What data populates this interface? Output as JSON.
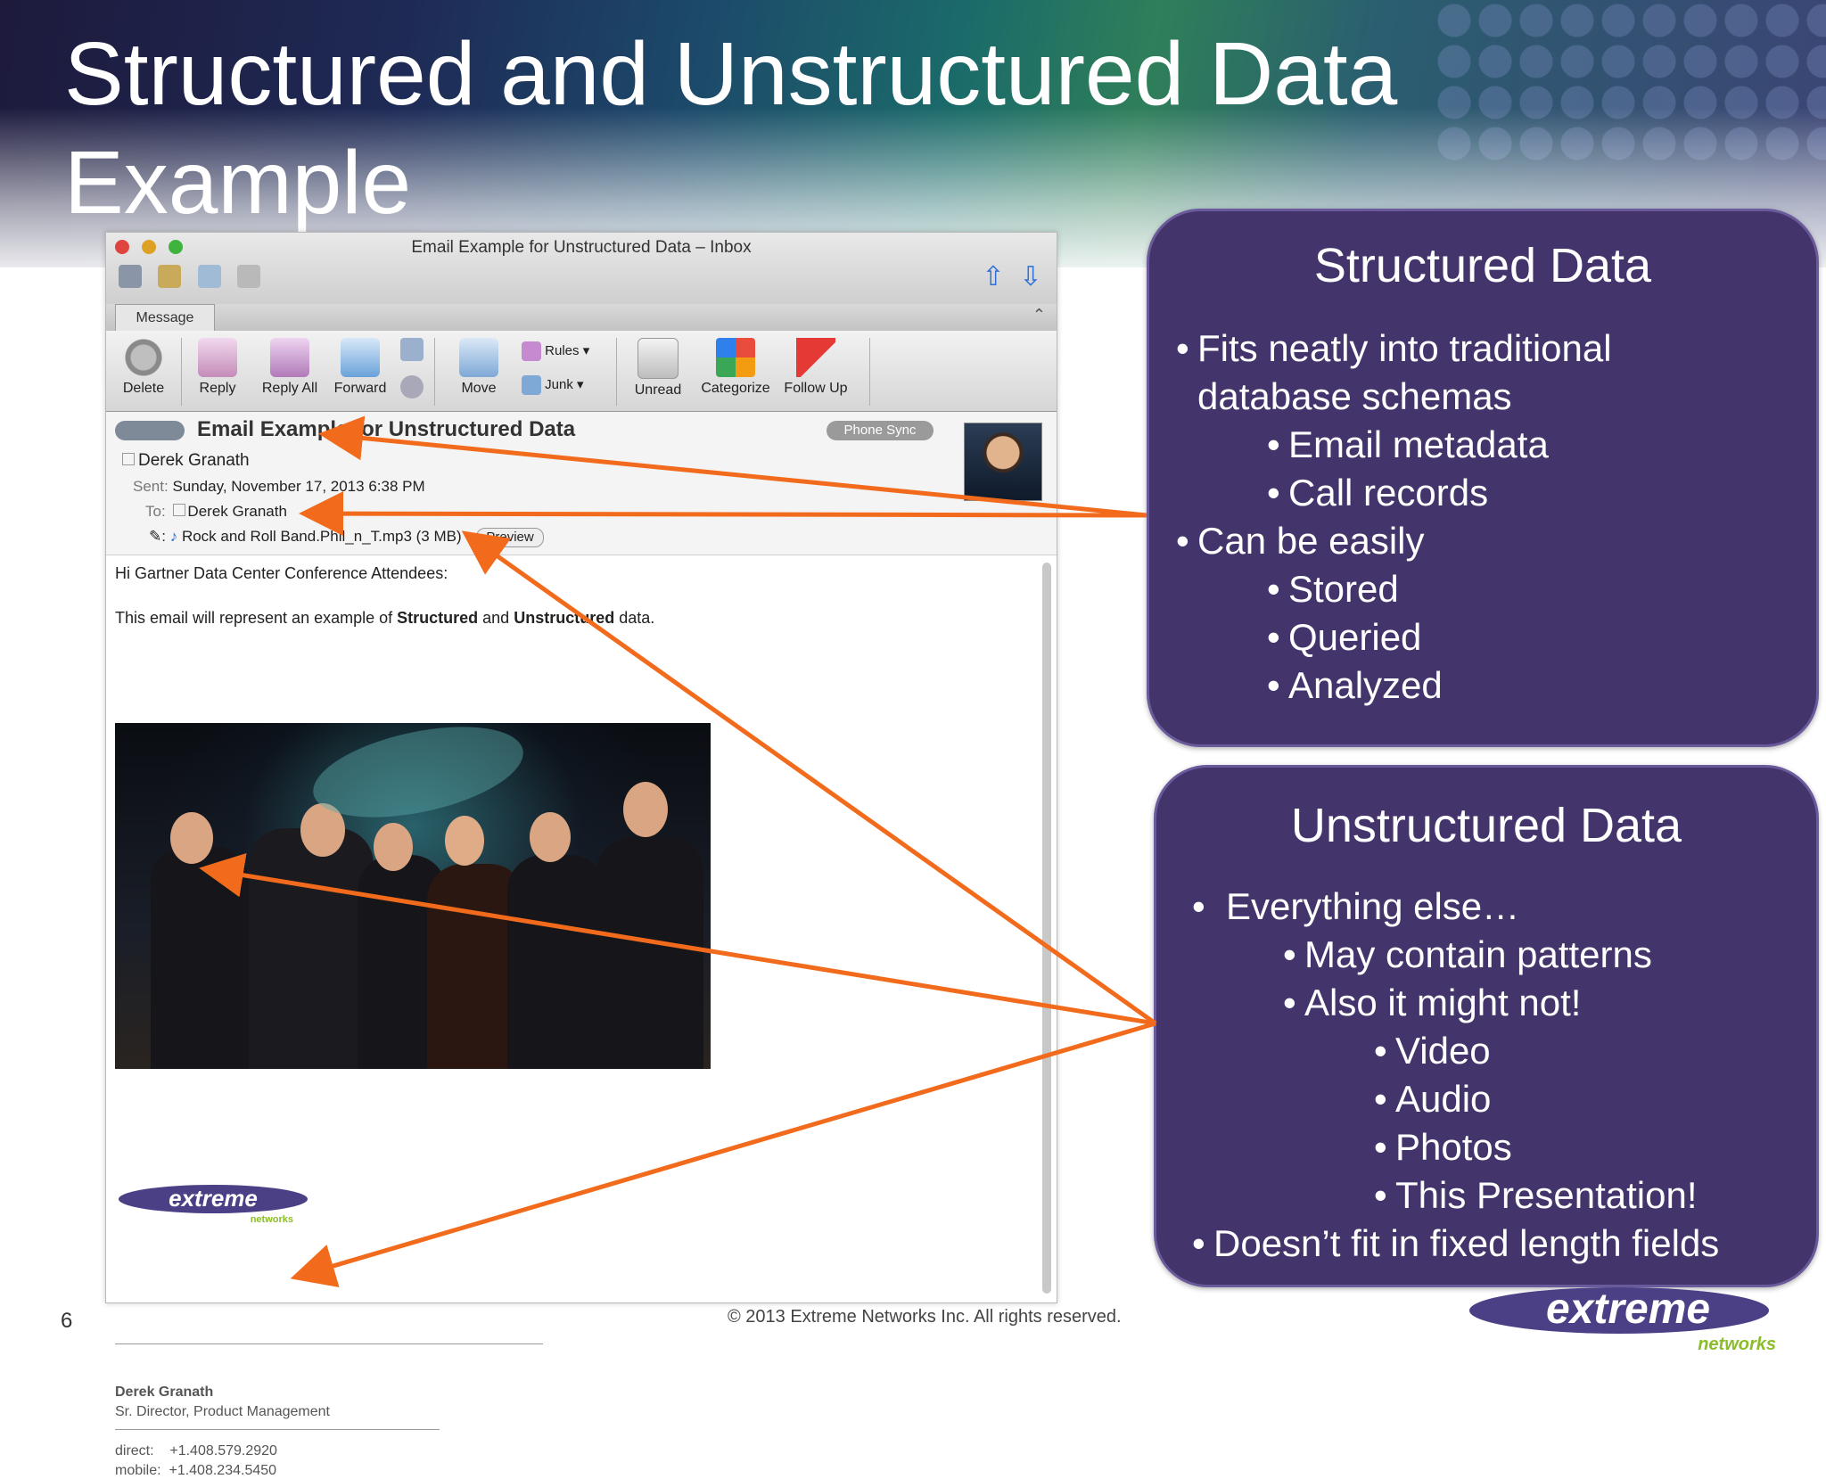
{
  "slide": {
    "title": "Structured and Unstructured Data Example",
    "page_number": "6",
    "copyright": "© 2013 Extreme Networks Inc. All rights reserved.",
    "logo_word": "extreme",
    "logo_sub": "networks"
  },
  "mail": {
    "window_title": "Email Example for Unstructured Data – Inbox",
    "tab": "Message",
    "ribbon": {
      "delete": "Delete",
      "reply": "Reply",
      "reply_all": "Reply All",
      "forward": "Forward",
      "move": "Move",
      "rules": "Rules",
      "junk": "Junk",
      "unread": "Unread",
      "categorize": "Categorize",
      "follow_up": "Follow Up"
    },
    "subject": "Email Example for Unstructured Data",
    "phone_sync": "Phone Sync",
    "sender": "Derek Granath",
    "sent_label": "Sent:",
    "sent_value": "Sunday, November 17, 2013 6:38 PM",
    "to_label": "To:",
    "to_value": "Derek Granath",
    "attachment": "Rock and Roll Band.Phil_n_T.mp3 (3 MB)",
    "preview": "Preview",
    "greeting": "Hi Gartner Data Center Conference Attendees:",
    "body_pre": "This email will represent an example of ",
    "body_b1": "Structured",
    "body_mid": " and ",
    "body_b2": "Unstructured",
    "body_post": " data.",
    "sig_name": "Derek Granath",
    "sig_title": "Sr. Director, Product Management",
    "direct_label": "direct:",
    "direct": "+1.408.579.2920",
    "mobile_label": "mobile:",
    "mobile": "+1.408.234.5450"
  },
  "structured": {
    "title": "Structured Data",
    "lines": [
      "Fits neatly into traditional",
      "database schemas",
      "Email metadata",
      "Call records",
      "Can be easily",
      "Stored",
      "Queried",
      "Analyzed"
    ]
  },
  "unstructured": {
    "title": "Unstructured Data",
    "lines": [
      "Everything else…",
      "May contain patterns",
      "Also it might not!",
      "Video",
      "Audio",
      "Photos",
      "This Presentation!",
      "Doesn’t fit in fixed length fields"
    ]
  },
  "colors": {
    "callout_fill": "#43346b",
    "arrow": "#f26b1d"
  }
}
